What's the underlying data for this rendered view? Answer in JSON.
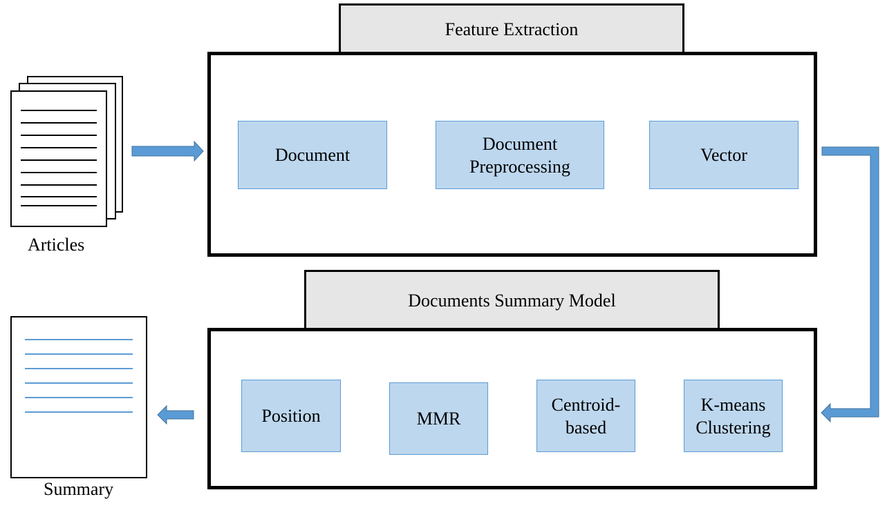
{
  "input_label": "Articles",
  "output_label": "Summary",
  "feature_extraction": {
    "title": "Feature Extraction",
    "steps": [
      "Document",
      "Document\nPreprocessing",
      "Vector"
    ]
  },
  "summary_model": {
    "title": "Documents Summary Model",
    "steps": [
      "K-means\nClustering",
      "Centroid-\nbased",
      "MMR",
      "Position"
    ]
  },
  "colors": {
    "arrow": "#5b9bd5",
    "step_fill": "#bdd7ee",
    "tab_fill": "#e6e6e6",
    "summary_lines": "#5b9bd5"
  }
}
